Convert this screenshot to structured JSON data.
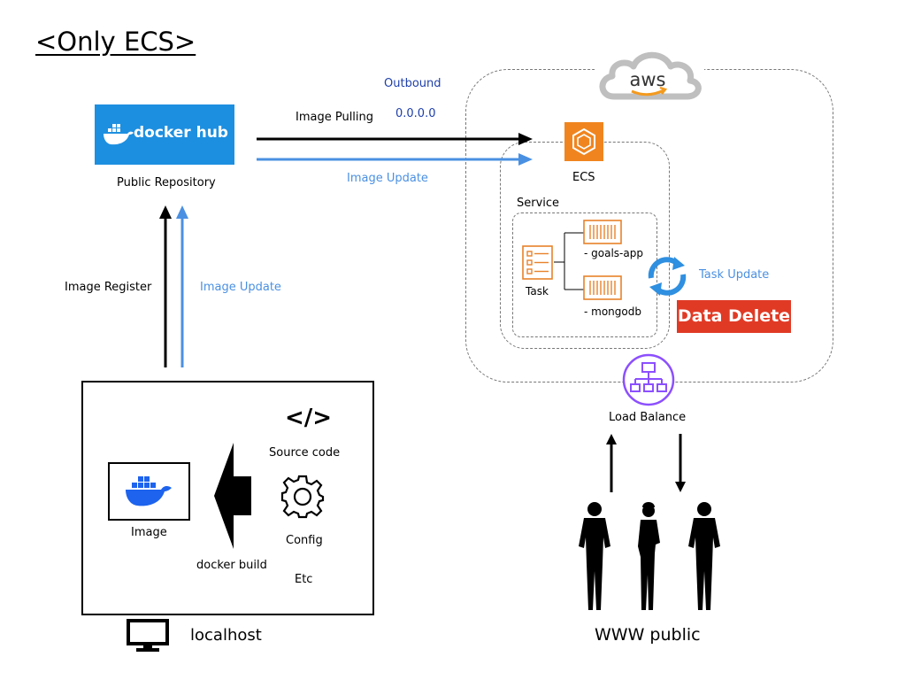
{
  "title": "<Only ECS>",
  "colors": {
    "update_blue": "#4a90e2",
    "outbound_navy": "#1f3fa8",
    "dockerhub_blue": "#1d8fe0",
    "aws_orange": "#f0851f",
    "data_delete_red": "#e03a25",
    "load_balancer_purple": "#8c4fff"
  },
  "dockerhub": {
    "logo_text": "docker hub",
    "label": "Public Repository"
  },
  "aws": {
    "logo_text": "aws"
  },
  "ecs": {
    "label": "ECS",
    "service_label": "Service",
    "task_label": "Task",
    "containers": [
      "- goals-app",
      "- mongodb"
    ],
    "task_update_label": "Task Update",
    "data_delete_label": "Data Delete"
  },
  "arrows": {
    "image_pulling": "Image Pulling",
    "outbound": "Outbound",
    "outbound_ip": "0.0.0.0",
    "image_update_top": "Image Update",
    "image_register": "Image Register",
    "image_update_side": "Image Update"
  },
  "localhost": {
    "label": "localhost",
    "image_label": "Image",
    "build_label": "docker build",
    "source_code_label": "Source code",
    "config_label": "Config",
    "etc_label": "Etc"
  },
  "load_balancer": {
    "label": "Load Balance"
  },
  "public": {
    "label": "WWW public"
  }
}
